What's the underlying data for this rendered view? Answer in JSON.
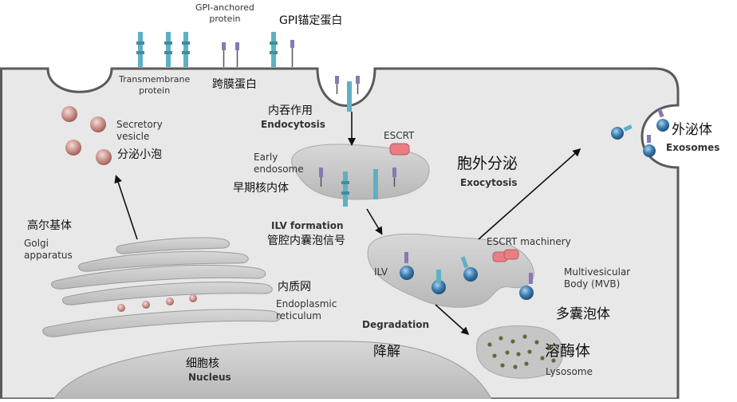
{
  "labels": {
    "gpi_anchored": "GPI-anchored\nprotein",
    "gpi_cn": "GPI锚定蛋白",
    "transmembrane": "Transmembrane\nprotein",
    "transmembrane_cn": "跨膜蛋白",
    "endocytosis_cn": "内吞作用",
    "endocytosis": "Endocytosis",
    "escrt": "ESCRT",
    "early_endosome": "Early\nendosome",
    "early_endosome_cn": "早期核内体",
    "secretory_vesicle": "Secretory\nvesicle",
    "secretory_vesicle_cn": "分泌小泡",
    "golgi_cn": "高尔基体",
    "golgi": "Golgi\napparatus",
    "ilv_formation": "ILV formation",
    "ilv_formation_cn": "管腔内囊泡信号",
    "exocytosis_cn": "胞外分泌",
    "exocytosis": "Exocytosis",
    "exosomes_cn": "外泌体",
    "exosomes": "Exosomes",
    "escrt_machinery": "ESCRT machinery",
    "ilv": "ILV",
    "mvb": "Multivesicular\nBody (MVB)",
    "mvb_cn": "多囊泡体",
    "er_cn": "内质网",
    "er": "Endoplasmic\nreticulum",
    "degradation": "Degradation",
    "degradation_cn": "降解",
    "lysosome_cn": "溶酶体",
    "lysosome": "Lysosome",
    "nucleus_cn": "细胞核",
    "nucleus": "Nucleus"
  },
  "colors": {
    "cytoplasm": "#e8e8e8",
    "membrane": "#5a5a5a",
    "organelle": "#c8c8c8",
    "organelle_stroke": "#9a9a9a",
    "transmembrane_protein": "#5fb0c3",
    "gpi_protein": "#8a78b5",
    "escrt": "#e87e84",
    "vesicle_blue": "#3f7fb0",
    "secretory_vesicle": "#c99089",
    "lysosome_dots": "#5e6b3a"
  }
}
